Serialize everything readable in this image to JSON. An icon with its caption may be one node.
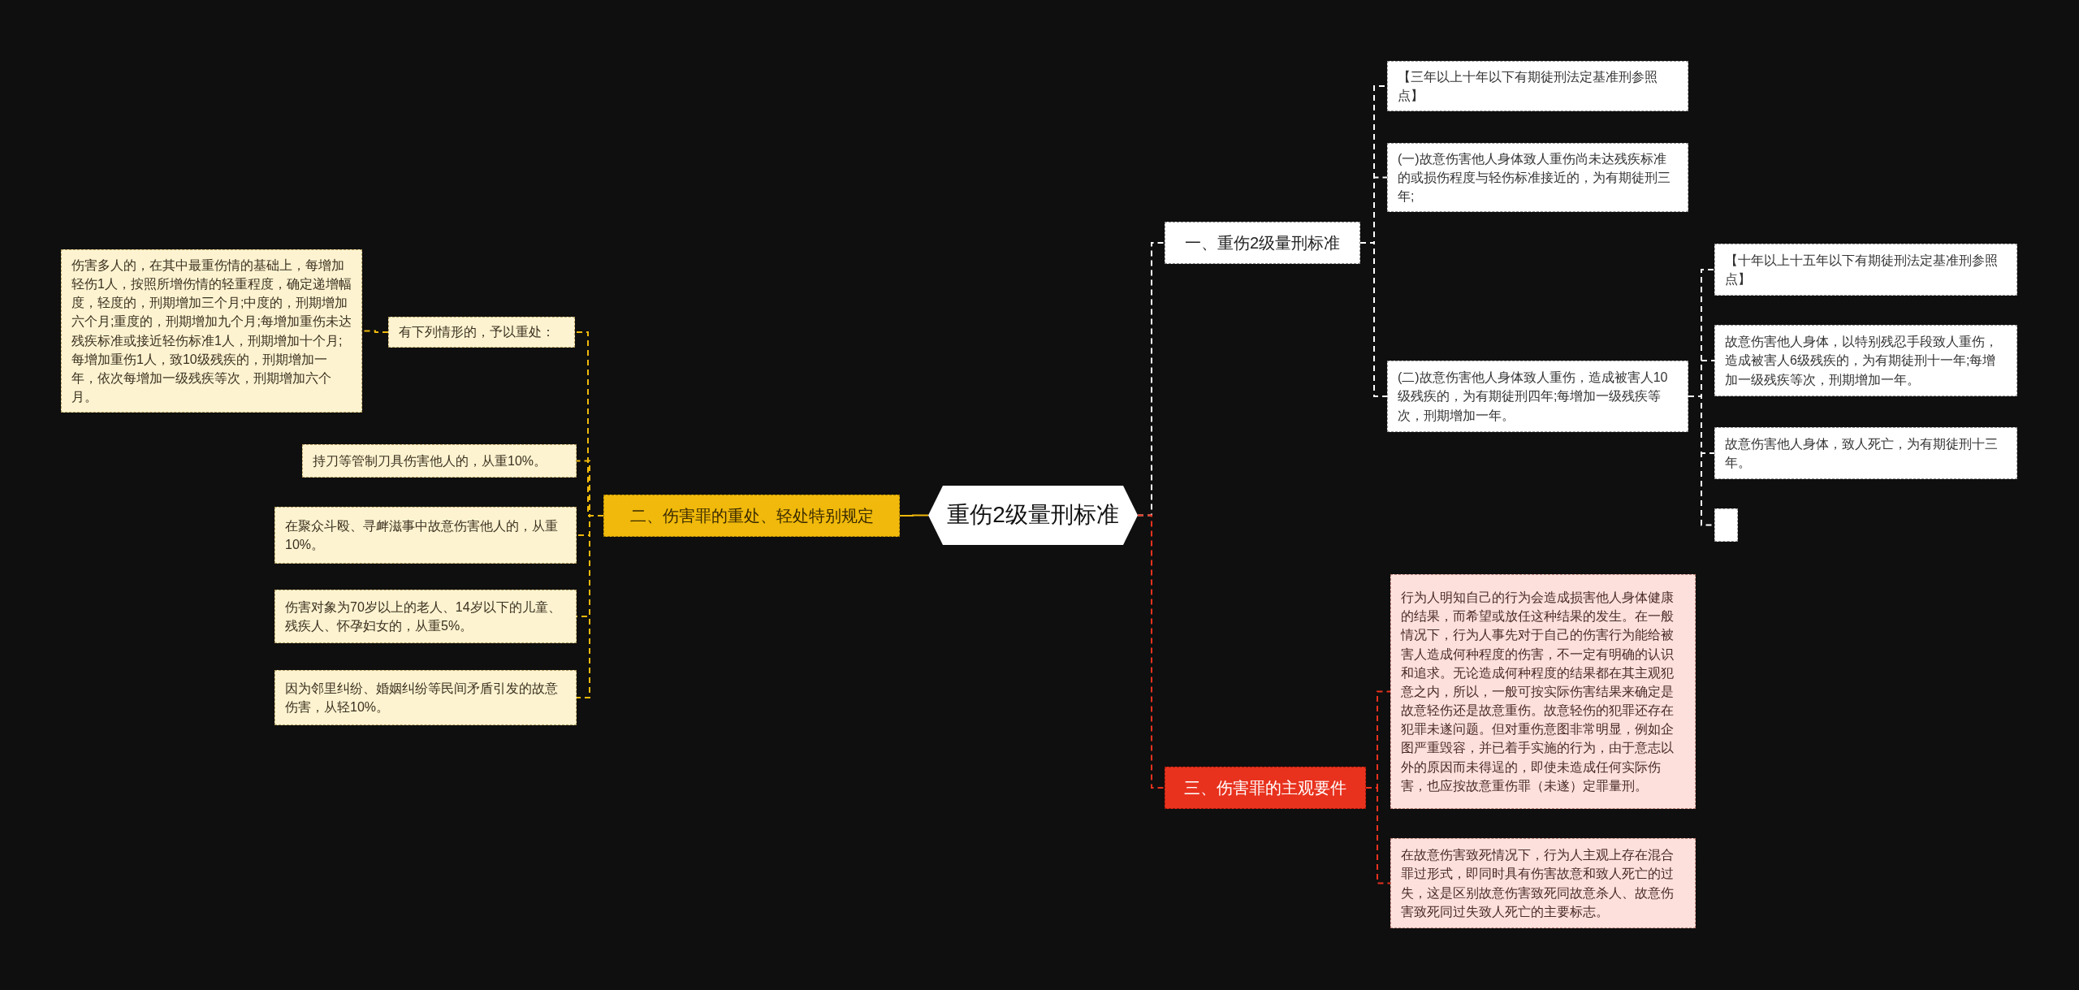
{
  "diagram": {
    "nodes": [
      {
        "text": [
          "重伤2级量刑标准"
        ]
      },
      {
        "text": [
          "一、重伤2级量刑标准"
        ]
      },
      {
        "text": [
          "【三年以上十年以下有期徒刑法定基准刑参照点】"
        ]
      },
      {
        "text": [
          "(一)故意伤害他人身体致人重伤尚未达残疾标准的或损伤程度与轻伤标准接近的，为有期徒刑三年;"
        ]
      },
      {
        "text": [
          "(二)故意伤害他人身体致人重伤，造成被害人10级残疾的，为有期徒刑四年;每增加一级残疾等次，刑期增加一年。"
        ]
      },
      {
        "text": [
          "【十年以上十五年以下有期徒刑法定基准刑参照点】"
        ]
      },
      {
        "text": [
          "故意伤害他人身体，以特别残忍手段致人重伤，造成被害人6级残疾的，为有期徒刑十一年;每增加一级残疾等次，刑期增加一年。"
        ]
      },
      {
        "text": [
          "故意伤害他人身体，致人死亡，为有期徒刑十三年。"
        ]
      },
      {
        "text": [],
        "shape": "box"
      },
      {
        "text": [
          "二、伤害罪的重处、轻处特别规定"
        ]
      },
      {
        "text": [
          "有下列情形的，予以重处："
        ]
      },
      {
        "text": [
          "伤害多人的，在其中最重伤情的基础上，每增加轻伤1人，按照所增伤情的轻重程度，确定递增幅度，轻度的，刑期增加三个月;中度的，刑期增加六个月;重度的，刑期增加九个月;每增加重伤未达残疾标准或接近轻伤标准1人，刑期增加十个月;每增加重伤1人，致10级残疾的，刑期增加一年，依次每增加一级残疾等次，刑期增加六个月。"
        ]
      },
      {
        "text": [
          "持刀等管制刀具伤害他人的，从重10%。"
        ]
      },
      {
        "text": [
          "在聚众斗殴、寻衅滋事中故意伤害他人的，从重10%。"
        ]
      },
      {
        "text": [
          "伤害对象为70岁以上的老人、14岁以下的儿童、残疾人、怀孕妇女的，从重5%。"
        ]
      },
      {
        "text": [
          "因为邻里纠纷、婚姻纠纷等民间矛盾引发的故意伤害，从轻10%。"
        ]
      },
      {
        "text": [
          "三、伤害罪的主观要件"
        ]
      },
      {
        "text": [
          "行为人明知自己的行为会造成损害他人身体健康的结果，而希望或放任这种结果的发生。在一般情况下，行为人事先对于自己的伤害行为能给被害人造成何种程度的伤害，不一定有明确的认识和追求。无论造成何种程度的结果都在其主观犯意之内，所以，一般可按实际伤害结果来确定是故意轻伤还是故意重伤。故意轻伤的犯罪还存在犯罪未遂问题。但对重伤意图非常明显，例如企图严重毁容，并已着手实施的行为，由于意志以外的原因而未得逞的，即使未造成任何实际伤害，也应按故意重伤罪（未遂）定罪量刑。"
        ]
      },
      {
        "text": [
          "在故意伤害致死情况下，行为人主观上存在混合罪过形式，即同时具有伤害故意和致人死亡的过失，这是区别故意伤害致死同故意杀人、故意伤害致死同过失致人死亡的主要标志。"
        ]
      }
    ],
    "edges": [
      {
        "from": 0,
        "to": 1,
        "arrow": "none",
        "style": "dashed"
      },
      {
        "from": 1,
        "to": 2,
        "arrow": "none",
        "style": "dashed"
      },
      {
        "from": 1,
        "to": 3,
        "arrow": "none",
        "style": "dashed"
      },
      {
        "from": 1,
        "to": 4,
        "arrow": "none",
        "style": "dashed"
      },
      {
        "from": 4,
        "to": 5,
        "arrow": "none",
        "style": "dashed"
      },
      {
        "from": 4,
        "to": 6,
        "arrow": "none",
        "style": "dashed"
      },
      {
        "from": 4,
        "to": 7,
        "arrow": "none",
        "style": "dashed"
      },
      {
        "from": 4,
        "to": 8,
        "arrow": "none",
        "style": "dashed"
      },
      {
        "from": 0,
        "to": 9,
        "arrow": "none",
        "color": "#f0b90b"
      },
      {
        "from": 9,
        "to": 10,
        "arrow": "none",
        "style": "dashed",
        "color": "#f0b90b"
      },
      {
        "from": 10,
        "to": 11,
        "arrow": "none",
        "style": "dashed",
        "color": "#f0b90b"
      },
      {
        "from": 9,
        "to": 12,
        "arrow": "none",
        "style": "dashed",
        "color": "#f0b90b"
      },
      {
        "from": 9,
        "to": 13,
        "arrow": "none",
        "style": "dashed",
        "color": "#f0b90b"
      },
      {
        "from": 9,
        "to": 14,
        "arrow": "none",
        "style": "dashed",
        "color": "#f0b90b"
      },
      {
        "from": 9,
        "to": 15,
        "arrow": "none",
        "style": "dashed",
        "color": "#f0b90b"
      },
      {
        "from": 0,
        "to": 16,
        "arrow": "none",
        "style": "dashed",
        "color": "#e8321e"
      },
      {
        "from": 16,
        "to": 17,
        "arrow": "none",
        "style": "dashed",
        "color": "#e8321e"
      },
      {
        "from": 16,
        "to": 18,
        "arrow": "none",
        "style": "dashed",
        "color": "#e8321e"
      }
    ]
  }
}
